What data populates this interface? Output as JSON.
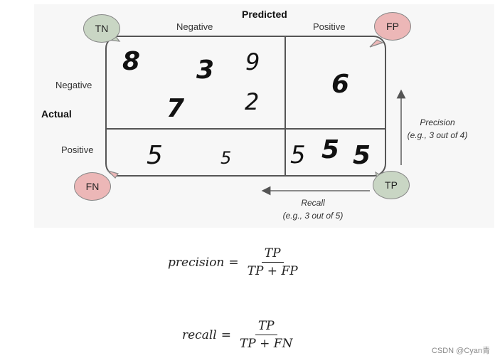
{
  "header": {
    "predicted": "Predicted",
    "actual": "Actual"
  },
  "columns": {
    "negative": "Negative",
    "positive": "Positive"
  },
  "rows": {
    "negative": "Negative",
    "positive": "Positive"
  },
  "bubbles": {
    "tn": "TN",
    "fp": "FP",
    "fn": "FN",
    "tp": "TP"
  },
  "colors": {
    "correct_bubble": "#c9d6c4",
    "error_bubble": "#ecb7b7",
    "grid_line": "#555555"
  },
  "cells": {
    "tn_digits": [
      "8",
      "3",
      "9",
      "7",
      "2"
    ],
    "fp_digits": [
      "6"
    ],
    "fn_digits": [
      "5",
      "5"
    ],
    "tp_digits": [
      "5",
      "5",
      "5"
    ]
  },
  "annotations": {
    "precision_title": "Precision",
    "precision_example": "(e.g., 3 out of 4)",
    "recall_title": "Recall",
    "recall_example": "(e.g., 3 out of 5)"
  },
  "formulas": {
    "precision": {
      "lhs": "precision",
      "num": "TP",
      "den": "TP + FP"
    },
    "recall": {
      "lhs": "recall",
      "num": "TP",
      "den": "TP + FN"
    }
  },
  "watermark": "CSDN @Cyan青"
}
